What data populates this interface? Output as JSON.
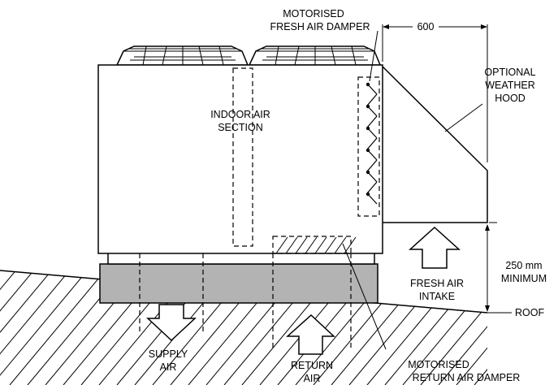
{
  "labels": {
    "fresh_damper_1": "MOTORISED",
    "fresh_damper_2": "FRESH AIR DAMPER",
    "dim_600": "600",
    "hood_1": "OPTIONAL",
    "hood_2": "WEATHER",
    "hood_3": "HOOD",
    "indoor_1": "INDOOR AIR",
    "indoor_2": "SECTION",
    "dim_250_1": "250 mm",
    "dim_250_2": "MINIMUM",
    "fresh_intake_1": "FRESH AIR",
    "fresh_intake_2": "INTAKE",
    "roof": "ROOF",
    "supply_1": "SUPPLY",
    "supply_2": "AIR",
    "return_1": "RETURN",
    "return_2": "AIR",
    "return_damper_1": "MOTORISED",
    "return_damper_2": "RETURN AIR DAMPER"
  }
}
